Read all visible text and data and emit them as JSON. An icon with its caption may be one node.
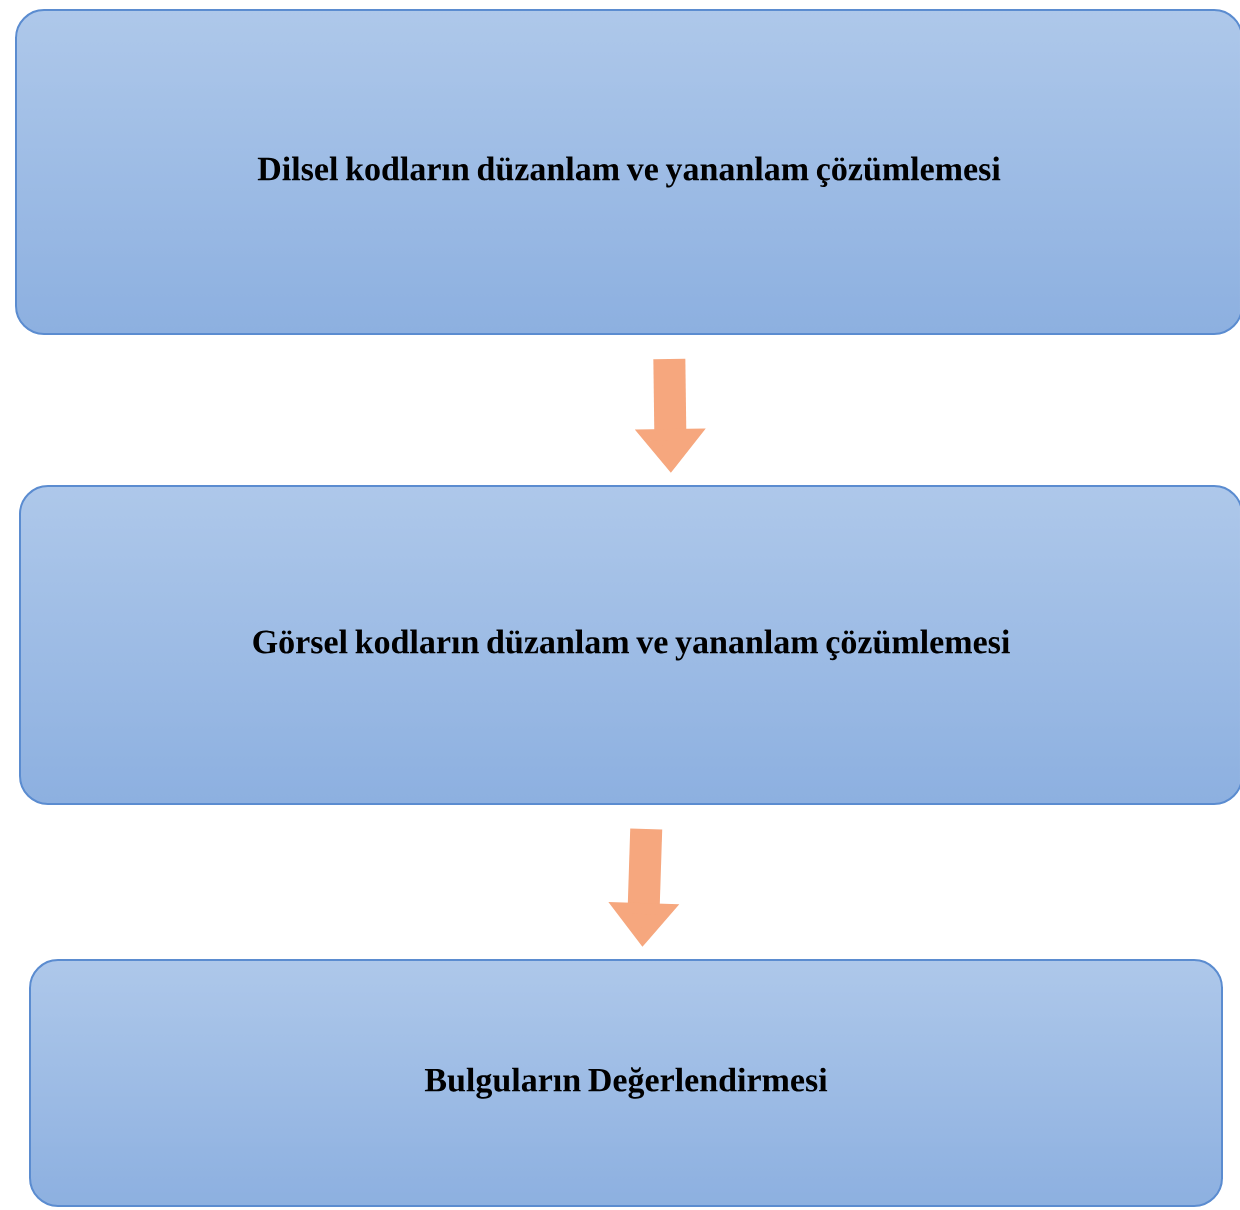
{
  "diagram": {
    "nodes": [
      {
        "text": [
          "Dilsel kodların düzanlam ve yananlam çözümlemesi"
        ]
      },
      {
        "text": [
          "Görsel kodların düzanlam ve yananlam çözümlemesi"
        ]
      },
      {
        "text": [
          "Bulguların Değerlendirmesi"
        ]
      }
    ],
    "edges": [
      {
        "from": 0,
        "to": 1,
        "arrow": "to"
      },
      {
        "from": 1,
        "to": 2,
        "arrow": "to"
      }
    ]
  }
}
